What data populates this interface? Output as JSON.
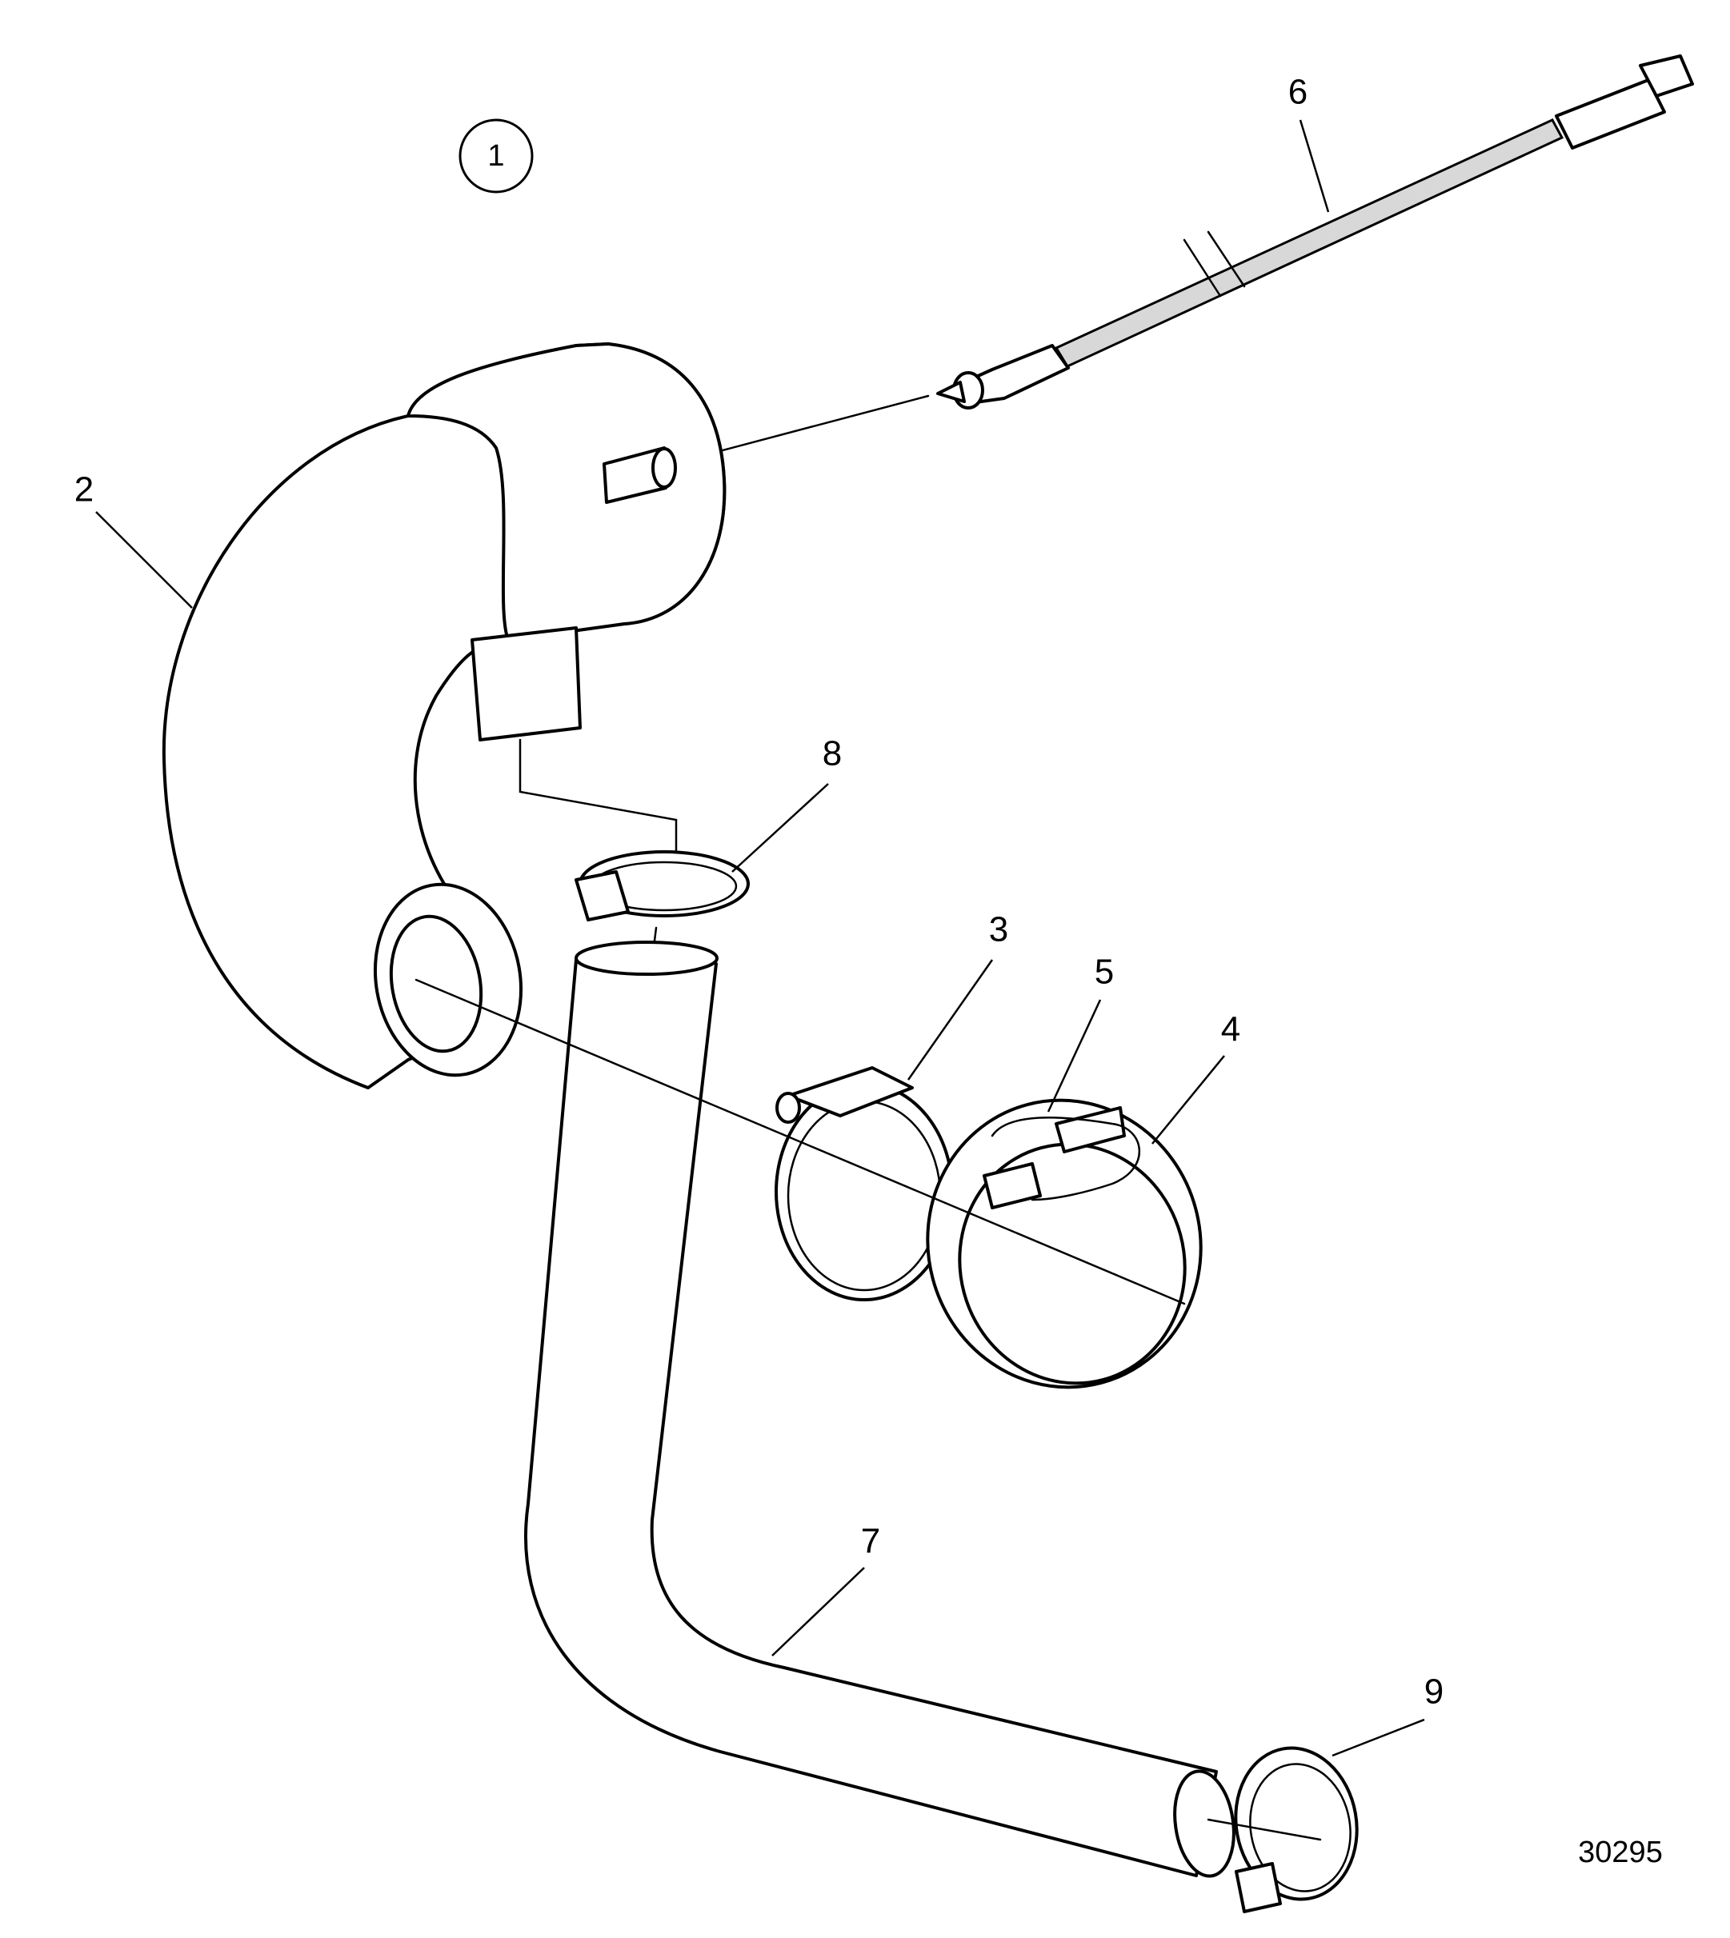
{
  "diagram": {
    "view_marker": "1",
    "drawing_number": "30295",
    "callouts": [
      {
        "id": "c2",
        "label": "2"
      },
      {
        "id": "c3",
        "label": "3"
      },
      {
        "id": "c4",
        "label": "4"
      },
      {
        "id": "c5",
        "label": "5"
      },
      {
        "id": "c6",
        "label": "6"
      },
      {
        "id": "c7",
        "label": "7"
      },
      {
        "id": "c8",
        "label": "8"
      },
      {
        "id": "c9",
        "label": "9"
      }
    ]
  }
}
